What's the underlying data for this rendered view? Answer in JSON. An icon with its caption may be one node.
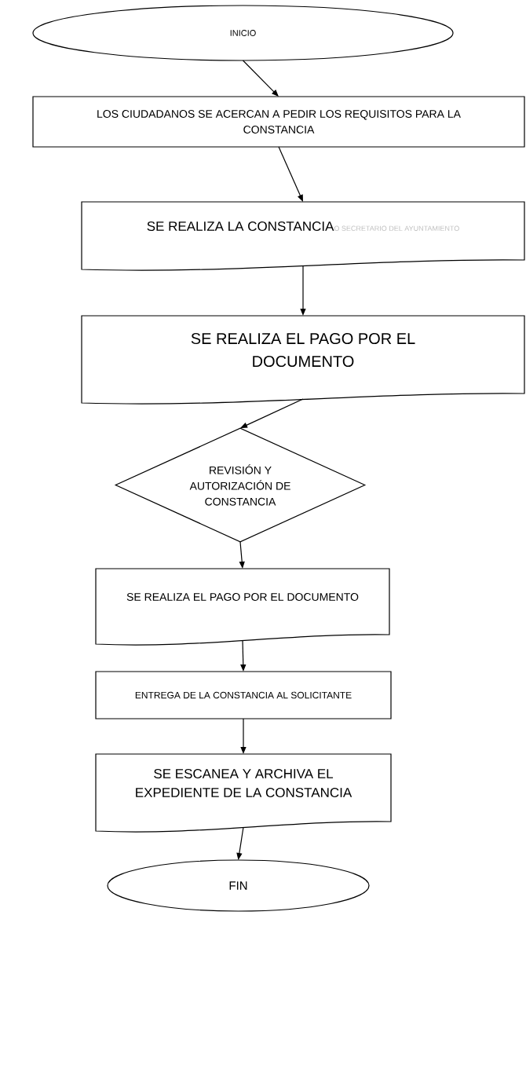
{
  "diagram": {
    "nodes": [
      {
        "text": [
          "INICIO"
        ]
      },
      {
        "text": [
          "LOS CIUDADANOS SE ACERCAN A PEDIR LOS REQUISITOS PARA LA CONSTANCIA"
        ]
      },
      {
        "text": [
          "SE REALIZA LA CONSTANCIA",
          "O SECRETARIO DEL AYUNTAMIENTO"
        ]
      },
      {
        "text": [
          "SE REALIZA EL PAGO POR EL DOCUMENTO"
        ]
      },
      {
        "text": [
          "REVISIÓN Y AUTORIZACIÓN DE CONSTANCIA"
        ]
      },
      {
        "text": [
          "SE REALIZA EL PAGO POR EL DOCUMENTO"
        ]
      },
      {
        "text": [
          "ENTREGA DE LA CONSTANCIA AL SOLICITANTE"
        ]
      },
      {
        "text": [
          "SE ESCANEA Y ARCHIVA EL EXPEDIENTE DE LA CONSTANCIA"
        ]
      },
      {
        "text": [
          "FIN"
        ]
      }
    ],
    "edges": [
      {
        "from": 0,
        "to": 1,
        "arrow": "to"
      },
      {
        "from": 1,
        "to": 2,
        "arrow": "to"
      },
      {
        "from": 2,
        "to": 3,
        "arrow": "to"
      },
      {
        "from": 3,
        "to": 4,
        "arrow": "to"
      },
      {
        "from": 4,
        "to": 5,
        "arrow": "to"
      },
      {
        "from": 5,
        "to": 6,
        "arrow": "to"
      },
      {
        "from": 6,
        "to": 7,
        "arrow": "to"
      },
      {
        "from": 7,
        "to": 8,
        "arrow": "to"
      }
    ]
  }
}
